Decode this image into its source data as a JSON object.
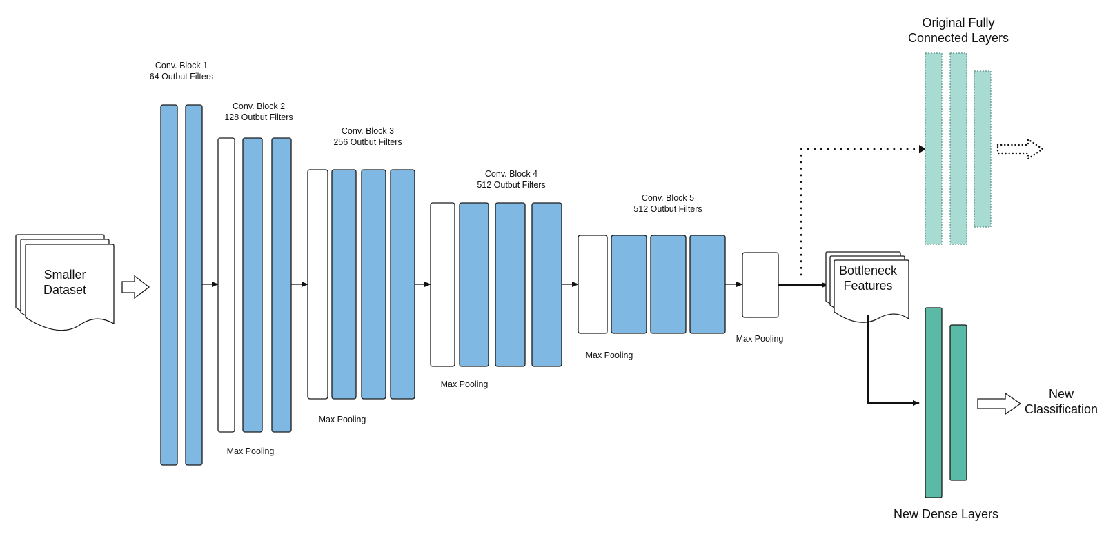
{
  "input": {
    "line1": "Smaller",
    "line2": "Dataset"
  },
  "conv_blocks": [
    {
      "title": "Conv. Block 1",
      "filters": "64 Outbut Filters",
      "pool_label": "Max Pooling"
    },
    {
      "title": "Conv. Block 2",
      "filters": "128 Outbut Filters",
      "pool_label": "Max Pooling"
    },
    {
      "title": "Conv. Block 3",
      "filters": "256 Outbut Filters",
      "pool_label": "Max Pooling"
    },
    {
      "title": "Conv. Block 4",
      "filters": "512 Outbut Filters",
      "pool_label": "Max Pooling"
    },
    {
      "title": "Conv. Block 5",
      "filters": "512 Outbut Filters",
      "pool_label": "Max Pooling"
    }
  ],
  "bottleneck": {
    "line1": "Bottleneck",
    "line2": "Features"
  },
  "original_fc": {
    "line1": "Original Fully",
    "line2": "Connected Layers"
  },
  "new_dense": {
    "label": "New Dense Layers"
  },
  "output": {
    "line1": "New",
    "line2": "Classification"
  },
  "colors": {
    "conv_layer": "#80b8e4",
    "pooling_layer": "#ffffff",
    "original_fc_layer": "#a8dcd3",
    "new_dense_layer": "#5bbaa6"
  }
}
